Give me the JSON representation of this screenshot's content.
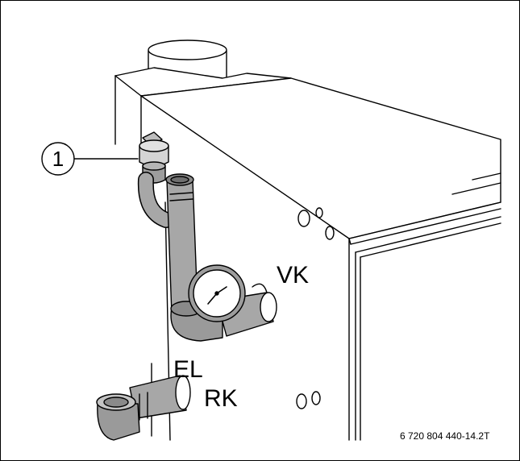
{
  "labels": {
    "callout": "1",
    "vk": "VK",
    "el": "EL",
    "rk": "RK"
  },
  "figure_id": "6 720 804 440-14.2T",
  "colors": {
    "line": "#000000",
    "pipe_fill": "#a7a7a7",
    "pipe_dark": "#8a8a8a",
    "background": "#ffffff"
  }
}
